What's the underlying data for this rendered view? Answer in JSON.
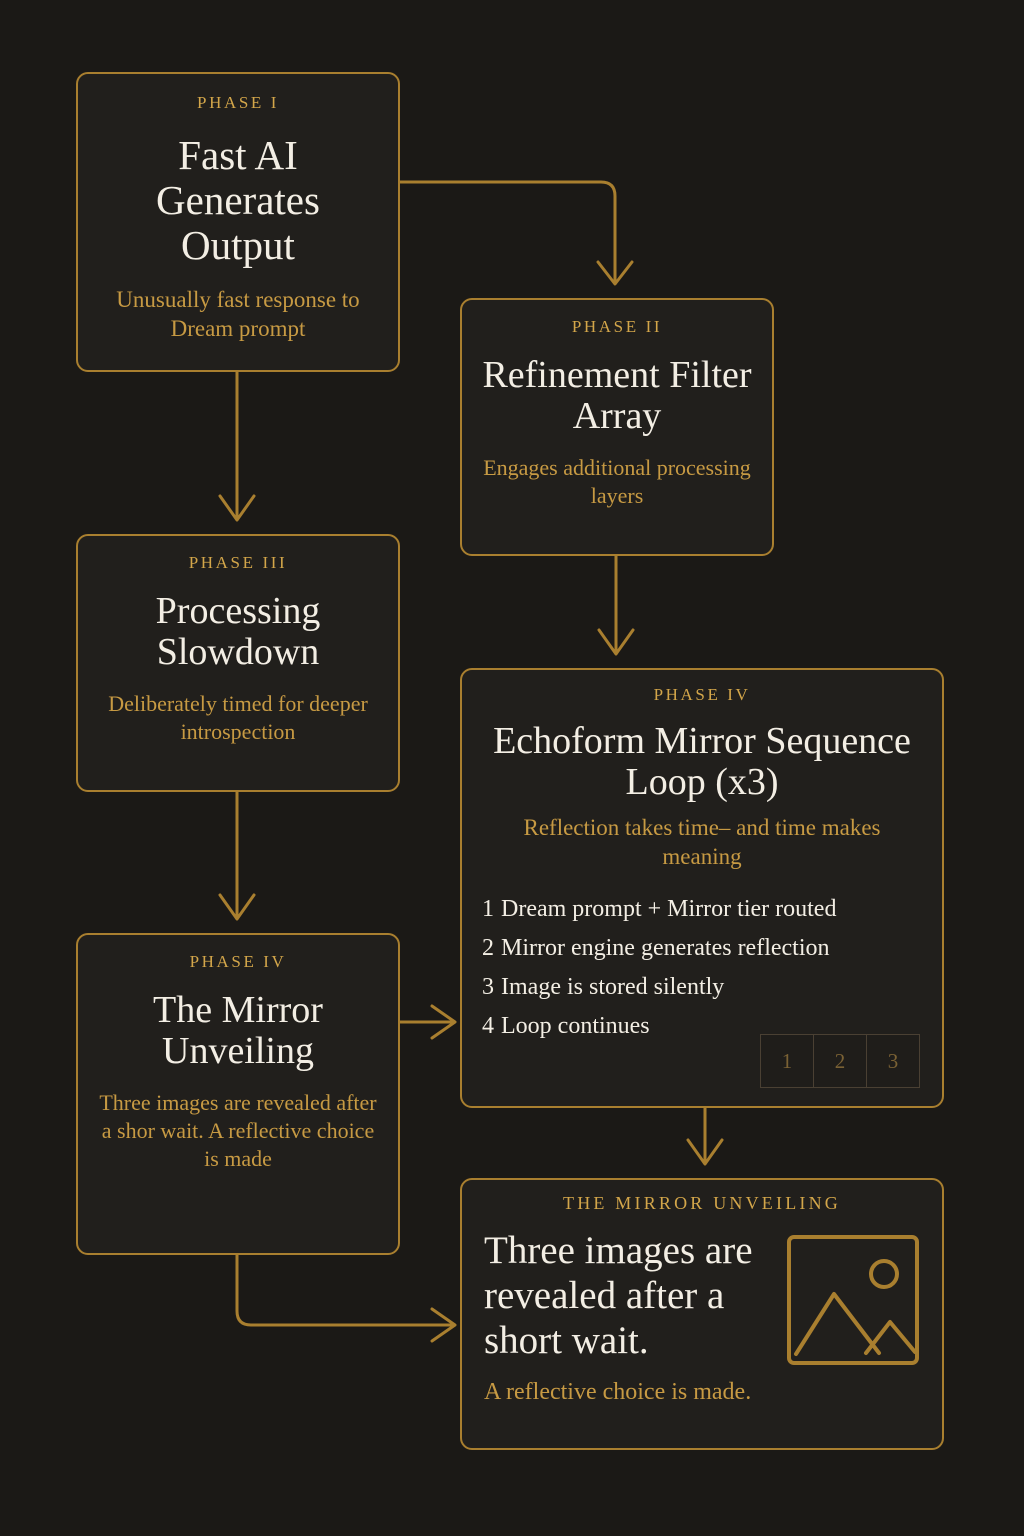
{
  "theme": {
    "background": "#1b1916",
    "node_fill": "#211f1c",
    "border_gold": "#a97f2f",
    "label_gold": "#d3a64a",
    "body_gold": "#c79a43",
    "title_cream": "#f3eee4",
    "dim_gold": "#7a6134"
  },
  "nodes": {
    "phase1": {
      "label": "PHASE I",
      "title": "Fast AI Generates Output",
      "subtitle": "Unusually fast response to Dream prompt"
    },
    "phase2": {
      "label": "PHASE II",
      "title": "Refinement Filter Array",
      "subtitle": "Engages additional processing layers"
    },
    "phase3": {
      "label": "PHASE III",
      "title": "Processing Slowdown",
      "subtitle": "Deliberately timed for deeper introspection"
    },
    "echoform": {
      "label": "PHASE IV",
      "title": "Echoform Mirror Sequence Loop (x3)",
      "subtitle": "Reflection takes time– and time makes meaning",
      "steps": [
        {
          "num": "1",
          "text": "Dream prompt + Mirror tier routed"
        },
        {
          "num": "2",
          "text": "Mirror engine generates reflection"
        },
        {
          "num": "3",
          "text": "Image is stored silently"
        },
        {
          "num": "4",
          "text": "Loop continues"
        }
      ],
      "thumbnails": [
        "1",
        "2",
        "3"
      ]
    },
    "unveiling": {
      "label": "PHASE IV",
      "title": "The Mirror Unveiling",
      "subtitle": "Three images are revealed after a shor wait. A reflective choice is made"
    },
    "banner": {
      "label": "THE MIRROR UNVEILING",
      "headline": "Three images are revealed after a short wait.",
      "tail": "A reflective choice is made.",
      "icon": "image-placeholder-icon"
    }
  },
  "connectors": [
    {
      "name": "phase1-to-phase2",
      "from": "phase1",
      "to": "phase2",
      "shape": "elbow-right-down"
    },
    {
      "name": "phase1-to-phase3",
      "from": "phase1",
      "to": "phase3",
      "shape": "straight-down"
    },
    {
      "name": "phase2-to-echoform",
      "from": "phase2",
      "to": "echoform",
      "shape": "straight-down"
    },
    {
      "name": "phase3-to-unveiling",
      "from": "phase3",
      "to": "unveiling",
      "shape": "straight-down"
    },
    {
      "name": "unveiling-to-echoform",
      "from": "unveiling",
      "to": "echoform",
      "shape": "straight-right"
    },
    {
      "name": "echoform-to-banner",
      "from": "echoform",
      "to": "banner",
      "shape": "straight-down"
    },
    {
      "name": "unveiling-to-banner",
      "from": "unveiling",
      "to": "banner",
      "shape": "elbow-down-right"
    }
  ]
}
